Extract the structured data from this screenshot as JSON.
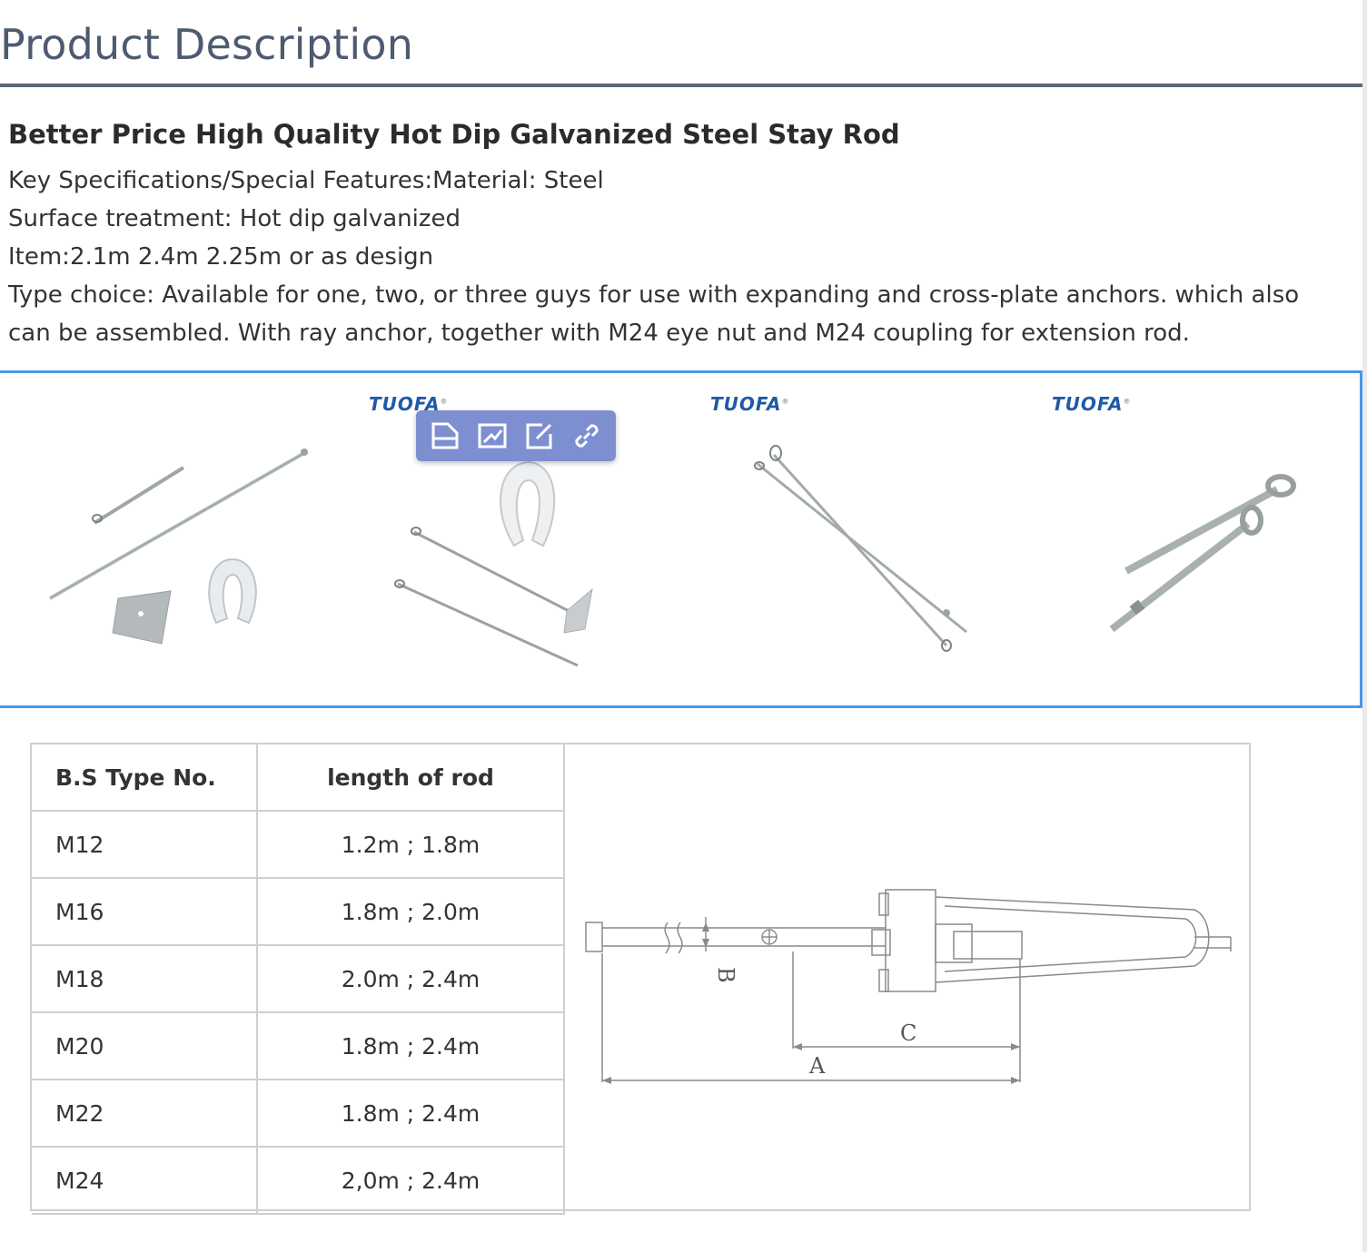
{
  "header": {
    "title": "Product Description"
  },
  "product": {
    "title": "Better Price High Quality Hot Dip Galvanized Steel Stay Rod",
    "lines": [
      "Key Specifications/Special Features:Material: Steel",
      "Surface treatment: Hot dip galvanized",
      "Item:2.1m 2.4m 2.25m or as design",
      "Type choice: Available for one, two, or three guys for use with expanding and cross-plate anchors. which also can be assembled. With ray anchor, together with M24 eye nut and M24 coupling for extension rod."
    ]
  },
  "gallery": {
    "brand": "TUOFA",
    "toolbar_icons": [
      "file-icon",
      "image-edit-icon",
      "edit-icon",
      "link-icon"
    ]
  },
  "spec_table": {
    "headers": [
      "B.S Type No.",
      "length of rod"
    ],
    "rows": [
      [
        "M12",
        "1.2m ; 1.8m"
      ],
      [
        "M16",
        "1.8m ; 2.0m"
      ],
      [
        "M18",
        "2.0m ; 2.4m"
      ],
      [
        "M20",
        "1.8m ; 2.4m"
      ],
      [
        "M22",
        "1.8m ; 2.4m"
      ],
      [
        "M24",
        "2,0m ; 2.4m"
      ]
    ]
  },
  "drawing": {
    "labels": [
      "A",
      "B",
      "C"
    ]
  },
  "colors": {
    "title": "#4d5b70",
    "accent_border": "#4a97e8",
    "toolbar": "#7d8fd1",
    "brand": "#1f5aa8"
  }
}
